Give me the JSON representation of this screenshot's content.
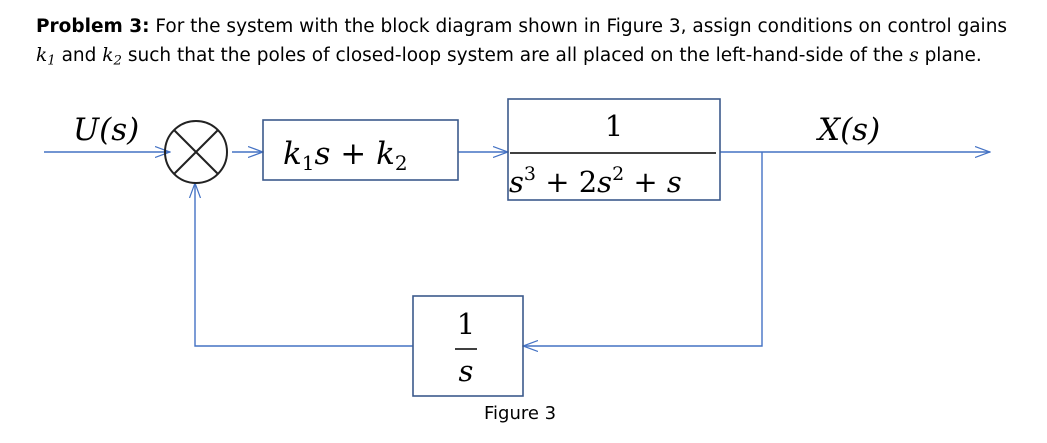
{
  "problem": {
    "label": "Problem 3:",
    "text_1": " For the system with the block diagram shown in Figure 3, assign conditions on control gains ",
    "k1_base": "k",
    "k1_sub": "1",
    "text_and": " and ",
    "k2_base": "k",
    "k2_sub": "2",
    "text_2": " such that the poles of closed-loop system are all placed on the left-hand-side of the ",
    "s_var": "s",
    "text_3": " plane."
  },
  "diagram": {
    "input_label": "U(s)",
    "output_label": "X(s)",
    "controller": {
      "k1": "k",
      "k1_sub": "1",
      "mid": "s + ",
      "k2": "k",
      "k2_sub": "2"
    },
    "plant": {
      "numerator": "1",
      "denominator": {
        "s1": "s",
        "exp3": "3",
        "plus1": " + 2",
        "s2": "s",
        "exp2": "2",
        "plus2": " + ",
        "s3": "s"
      }
    },
    "feedback": {
      "numerator": "1",
      "denominator": "s"
    },
    "caption": "Figure 3"
  },
  "colors": {
    "line": "#4472c4",
    "box_border": "#3c5a8c",
    "text": "#000000"
  }
}
